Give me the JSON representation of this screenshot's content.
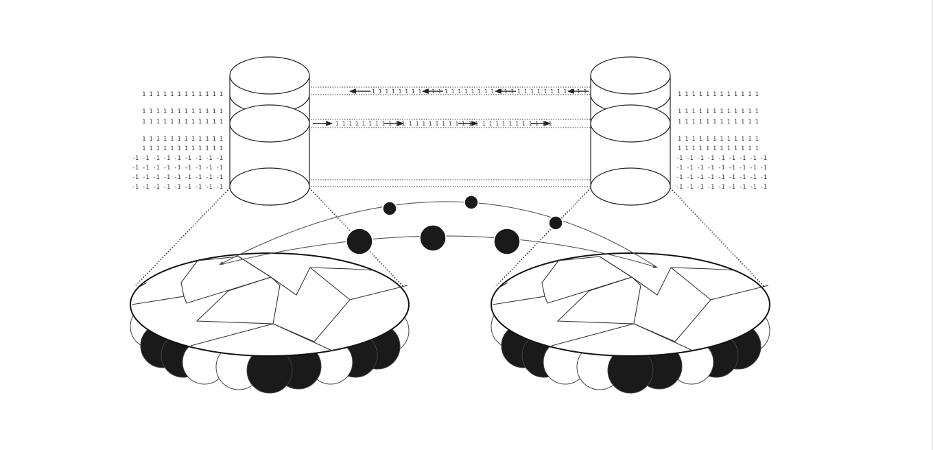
{
  "colors": {
    "ink": "#1a1a1a",
    "line": "#222222",
    "faint": "#555555",
    "background": "#ffffff"
  },
  "left_labels": [
    "1 1 1 1 1 1 1 1 1 1 1 1",
    "1 1 1 1 1 1 1 1 1 1 1 1",
    "1 1 1 1 1 1 1 1 1 1 1 1",
    "1 1 1 1 1 1 1 1 1 1 1 1",
    "1 1 1 1 1 1 1 1 1 1 1 1",
    "-1 -1 -1 -1 -1 -1 -1 -1 -1",
    "-1 -1 -1 -1 -1 -1 -1 -1 -1",
    "-1 -1 -1 -1 -1 -1 -1 -1 -1",
    "-1 -1 -1 -1 -1 -1 -1 -1 -1"
  ],
  "right_labels": [
    "1 1 1 1 1 1 1 1 1 1 1 1",
    "1 1 1 1 1 1 1 1 1 1 1 1",
    "1 1 1 1 1 1 1 1 1 1 1 1",
    "1 1 1 1 1 1 1 1 1 1 1 1",
    "1 1 1 1 1 1 1 1 1 1 1 1",
    "-1 -1 -1 -1 -1 -1 -1 -1 -1",
    "-1 -1 -1 -1 -1 -1 -1 -1 -1",
    "-1 -1 -1 -1 -1 -1 -1 -1 -1",
    "-1 -1 -1 -1 -1 -1 -1 -1 -1"
  ],
  "top_channel_labels": [
    "1 1 1 1 1 1 1 1 1 1 1",
    "1 1 1 1 1 1 1 1 1 1 1",
    "1 1 1 1 1 1 1 1 1 1 1"
  ],
  "middle_channel_labels": [
    "1 1 1 1 1 1 1 1 1 1 1",
    "1 1 1 1 1 1 1 1 1 1 1",
    "1 1 1 1 1 1 1 1 1 1 1"
  ],
  "icons": {
    "left_arrow": "arrow-left-icon",
    "right_arrow": "arrow-right-icon"
  }
}
